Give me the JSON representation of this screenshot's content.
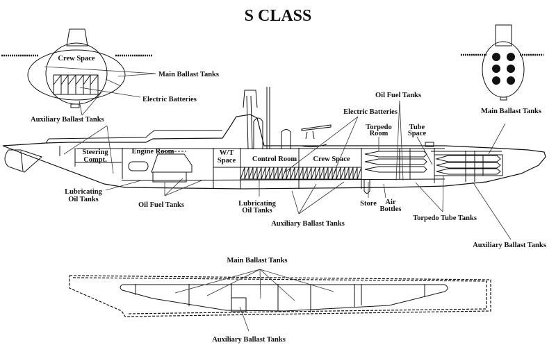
{
  "title": "S CLASS",
  "cross_section_left": {
    "labels": {
      "crew_space": "Crew Space",
      "main_ballast_tanks": "Main Ballast Tanks",
      "electric_batteries": "Electric Batteries",
      "auxiliary_ballast_tanks": "Auxiliary Ballast Tanks"
    }
  },
  "cross_section_right": {
    "labels": {
      "main_ballast_tanks": "Main Ballast Tanks"
    },
    "torpedo_tube_count": 6
  },
  "side_profile": {
    "compartments": {
      "steering_1": "Steering",
      "steering_2": "Compt.",
      "engine_room": "Engine Room",
      "wt_1": "W/T",
      "wt_2": "Space",
      "control_room": "Control Room",
      "crew_space": "Crew Space",
      "torpedo_room_1": "Torpedo",
      "torpedo_room_2": "Room",
      "tube_space_1": "Tube",
      "tube_space_2": "Space"
    },
    "callouts": {
      "lub_oil_aft_1": "Lubricating",
      "lub_oil_aft_2": "Oil Tanks",
      "oil_fuel_aft": "Oil Fuel Tanks",
      "lub_oil_mid_1": "Lubricating",
      "lub_oil_mid_2": "Oil Tanks",
      "aux_ballast_mid": "Auxiliary Ballast Tanks",
      "electric_batteries": "Electric Batteries",
      "oil_fuel_fwd": "Oil Fuel Tanks",
      "store": "Store",
      "air_bottles_1": "Air",
      "air_bottles_2": "Bottles",
      "torpedo_tube_tanks": "Torpedo Tube Tanks",
      "aux_ballast_fwd": "Auxiliary Ballast Tanks",
      "main_ballast_fwd": "Main Ballast Tanks"
    }
  },
  "plan_view": {
    "labels": {
      "main_ballast_tanks": "Main Ballast Tanks",
      "auxiliary_ballast_tanks": "Auxiliary Ballast Tanks"
    }
  }
}
